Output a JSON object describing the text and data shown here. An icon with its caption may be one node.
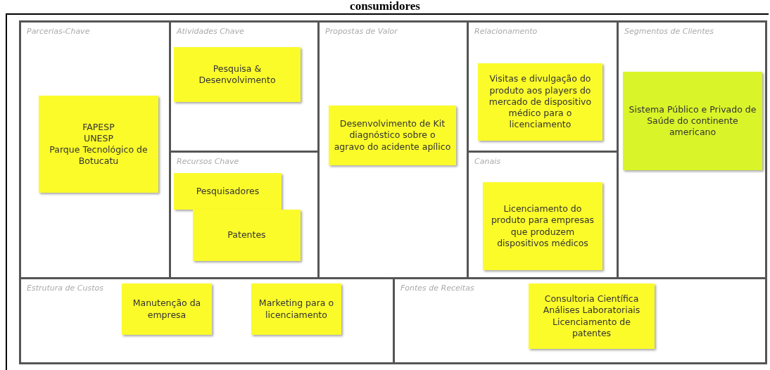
{
  "diagram": {
    "title": "consumidores",
    "nodes": [
      {
        "text": [
          "Parcerias-Chave"
        ]
      },
      {
        "text": [
          "FAPESP",
          "UNESP",
          "Parque Tecnológico de Botucatu"
        ],
        "in": 0
      },
      {
        "text": [
          "Atividades Chave"
        ]
      },
      {
        "text": [
          "Pesquisa & Desenvolvimento"
        ],
        "in": 2
      },
      {
        "text": [
          "Recursos Chave"
        ]
      },
      {
        "text": [
          "Pesquisadores"
        ],
        "in": 4
      },
      {
        "text": [
          "Patentes"
        ],
        "in": 4
      },
      {
        "text": [
          "Propostas de Valor"
        ]
      },
      {
        "text": [
          "Desenvolvimento de Kit diagnóstico sobre o agravo do acidente apílico"
        ],
        "in": 7
      },
      {
        "text": [
          "Relacionamento"
        ]
      },
      {
        "text": [
          "Visitas e divulgação do produto aos players do mercado de dispositivo médico para o licenciamento"
        ],
        "in": 9
      },
      {
        "text": [
          "Canais"
        ]
      },
      {
        "text": [
          "Licenciamento do produto para empresas que produzem dispositivos médicos"
        ],
        "in": 11
      },
      {
        "text": [
          "Segmentos de Clientes"
        ]
      },
      {
        "text": [
          "Sistema Público e Privado de Saúde do continente americano"
        ],
        "in": 13
      },
      {
        "text": [
          "Estrutura de Custos"
        ]
      },
      {
        "text": [
          "Manutenção da empresa"
        ],
        "in": 15
      },
      {
        "text": [
          "Marketing para o licenciamento"
        ],
        "in": 15
      },
      {
        "text": [
          "Fontes de Receitas"
        ]
      },
      {
        "text": [
          "Consultoria Científica",
          "Análises Laboratoriais",
          "Licenciamento de patentes"
        ],
        "in": 18
      }
    ]
  }
}
